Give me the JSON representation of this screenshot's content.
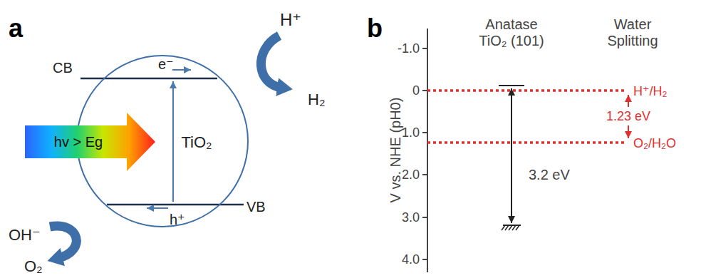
{
  "diagram": {
    "nodes": [
      {
        "text": [
          "TiO₂"
        ]
      }
    ],
    "labels": [
      "a",
      "b",
      "CB",
      "VB",
      "e⁻",
      "h⁺",
      "H⁺",
      "H₂",
      "OH⁻",
      "O₂",
      "hv > Eg",
      "Anatase TiO₂ (101)",
      "Water Splitting",
      "3.2 eV",
      "H⁺/H₂",
      "1.23 eV",
      "O₂/H₂O",
      "V vs. NHE (pH0)",
      "-1.0",
      "0",
      "1.0",
      "2.0",
      "3.0",
      "4.0"
    ]
  }
}
